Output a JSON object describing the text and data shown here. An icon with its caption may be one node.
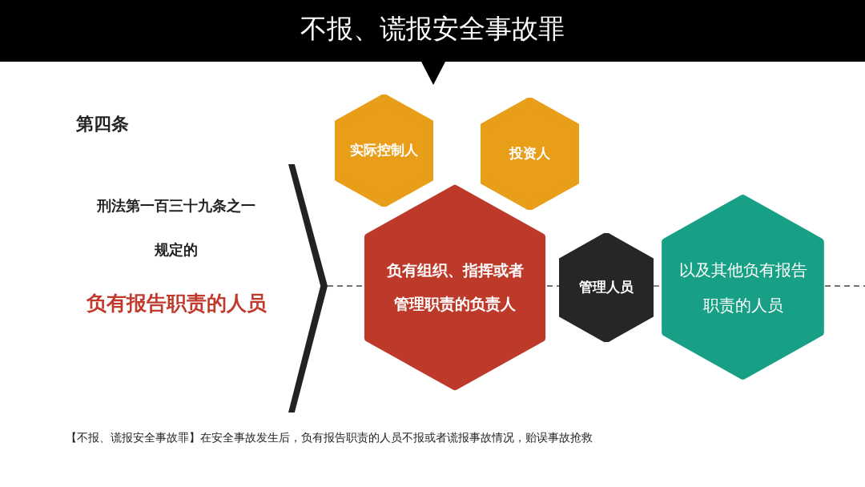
{
  "diagram": {
    "title": "不报、谎报安全事故罪",
    "caption": "【不报、谎报安全事故罪】在安全事故发生后，负有报告职责的人员不报或者谎报事故情况，贻误事故抢救",
    "nodes": [
      {
        "text": [
          "实际控制人"
        ]
      },
      {
        "text": [
          "投资人"
        ]
      },
      {
        "text": [
          "负有组织、指挥或者管理职责的负责人"
        ]
      },
      {
        "text": [
          "管理人员"
        ]
      },
      {
        "text": [
          "以及其他负有报告职责的人员"
        ]
      },
      {
        "text": [],
        "shape": "chevron"
      }
    ],
    "edges": [
      {
        "from": 5,
        "to": 2,
        "arrow": "none",
        "style": "dashed"
      },
      {
        "from": 2,
        "to": 3,
        "arrow": "none",
        "style": "dashed"
      },
      {
        "from": 3,
        "to": 4,
        "arrow": "none",
        "style": "dashed"
      },
      {
        "from": 4,
        "to": null,
        "arrow": "none",
        "style": "dashed"
      }
    ],
    "labels": [
      "第四条",
      "刑法第一百三十九条之一",
      "规定的",
      "负有报告职责的人员"
    ]
  }
}
